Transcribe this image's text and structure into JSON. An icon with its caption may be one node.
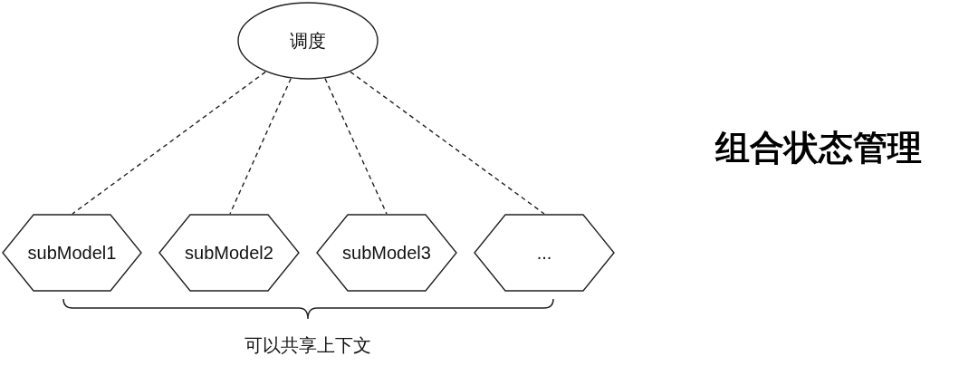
{
  "diagram": {
    "title": "组合状态管理",
    "nodes": [
      {
        "text": [
          "调度"
        ]
      },
      {
        "text": [
          "subModel1"
        ]
      },
      {
        "text": [
          "subModel2"
        ]
      },
      {
        "text": [
          "subModel3"
        ]
      },
      {
        "text": [
          "..."
        ]
      }
    ],
    "edges": [
      {
        "from": 0,
        "to": 1,
        "arrow": "none",
        "style": "dashed"
      },
      {
        "from": 0,
        "to": 2,
        "arrow": "none",
        "style": "dashed"
      },
      {
        "from": 0,
        "to": 3,
        "arrow": "none",
        "style": "dashed"
      },
      {
        "from": 0,
        "to": 4,
        "arrow": "none",
        "style": "dashed"
      }
    ],
    "labels": [
      "可以共享上下文"
    ]
  }
}
